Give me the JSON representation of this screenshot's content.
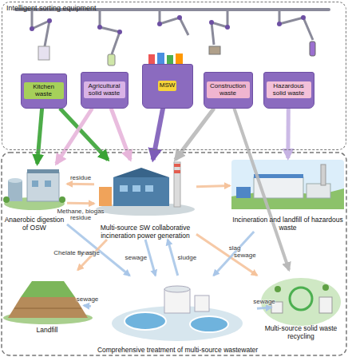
{
  "diagram": {
    "nodes": [
      {
        "text": [
          "Intelligent sorting equipment"
        ]
      },
      {
        "text": [
          "Kitchen waste"
        ],
        "in": 0
      },
      {
        "text": [
          "Agricultural solid waste"
        ],
        "in": 0
      },
      {
        "text": [
          "MSW"
        ],
        "in": 0
      },
      {
        "text": [
          "Construction waste"
        ],
        "in": 0
      },
      {
        "text": [
          "Hazardous solid waste"
        ],
        "in": 0
      },
      {
        "text": [
          "Anaerobic digestion of OSW"
        ]
      },
      {
        "text": [
          "Multi-source SW collaborative incineration power generation"
        ]
      },
      {
        "text": [
          "Incineration and landfill of hazardous waste"
        ]
      },
      {
        "text": [
          "Landfill"
        ]
      },
      {
        "text": [
          "Comprehensive treatment of multi-source wastewater"
        ]
      },
      {
        "text": [
          "Multi-source solid waste recycling"
        ]
      }
    ],
    "edges": [
      {
        "from": 1,
        "to": 6,
        "arrow": "to"
      },
      {
        "from": 1,
        "to": 7,
        "arrow": "to"
      },
      {
        "from": 2,
        "to": 6,
        "arrow": "to"
      },
      {
        "from": 2,
        "to": 7,
        "arrow": "to"
      },
      {
        "from": 3,
        "to": 7,
        "arrow": "to"
      },
      {
        "from": 4,
        "to": 7,
        "arrow": "to"
      },
      {
        "from": 4,
        "to": 11,
        "arrow": "to"
      },
      {
        "from": 5,
        "to": 8,
        "arrow": "to"
      },
      {
        "from": 7,
        "to": 6,
        "label": "residue",
        "arrow": "to"
      },
      {
        "from": 6,
        "to": 7,
        "label": "Methane, biogas residue",
        "arrow": "to"
      },
      {
        "from": 7,
        "to": 8,
        "arrow": "to"
      },
      {
        "from": 6,
        "to": 10,
        "label": "sewage",
        "arrow": "to"
      },
      {
        "from": 7,
        "to": 9,
        "label": "Chelate fly ash",
        "arrow": "to"
      },
      {
        "from": 7,
        "to": 10,
        "label": "sewage",
        "arrow": "to"
      },
      {
        "from": 10,
        "to": 7,
        "label": "sludge",
        "arrow": "to"
      },
      {
        "from": 7,
        "to": 11,
        "label": "slag",
        "arrow": "to"
      },
      {
        "from": 8,
        "to": 10,
        "label": "sewage",
        "arrow": "to"
      },
      {
        "from": 9,
        "to": 10,
        "label": "sewage",
        "arrow": "to"
      },
      {
        "from": 11,
        "to": 10,
        "label": "sewage",
        "arrow": "to"
      }
    ]
  }
}
